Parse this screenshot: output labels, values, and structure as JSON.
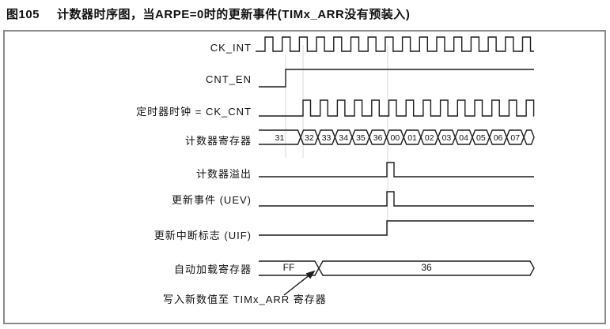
{
  "title": {
    "figure": "图105",
    "text": "计数器时序图，当ARPE=0时的更新事件(TIMx_ARR没有预装入)"
  },
  "signals": [
    {
      "id": "ck_int",
      "label": "CK_INT",
      "kind": "clock",
      "pulses": 16
    },
    {
      "id": "cnt_en",
      "label": "CNT_EN",
      "kind": "step"
    },
    {
      "id": "ck_cnt",
      "label": "定时器时钟 = CK_CNT",
      "kind": "clock",
      "pulses": 14
    },
    {
      "id": "counter",
      "label": "计数器寄存器",
      "kind": "bus",
      "values": [
        "31",
        "32",
        "33",
        "34",
        "35",
        "36",
        "00",
        "01",
        "02",
        "03",
        "04",
        "05",
        "06",
        "07"
      ]
    },
    {
      "id": "overflow",
      "label": "计数器溢出",
      "kind": "pulse"
    },
    {
      "id": "uev",
      "label": "更新事件 (UEV)",
      "kind": "pulse"
    },
    {
      "id": "uif",
      "label": "更新中断标志 (UIF)",
      "kind": "step"
    },
    {
      "id": "arr",
      "label": "自动加载寄存器",
      "kind": "bus",
      "values": [
        "FF",
        "36"
      ]
    }
  ],
  "annotation": {
    "text": "写入新数值至 TIMx_ARR 寄存器"
  },
  "colors": {
    "line": "#1c1c1c",
    "guide": "#d9d9d9",
    "border": "#8a8a8a"
  }
}
